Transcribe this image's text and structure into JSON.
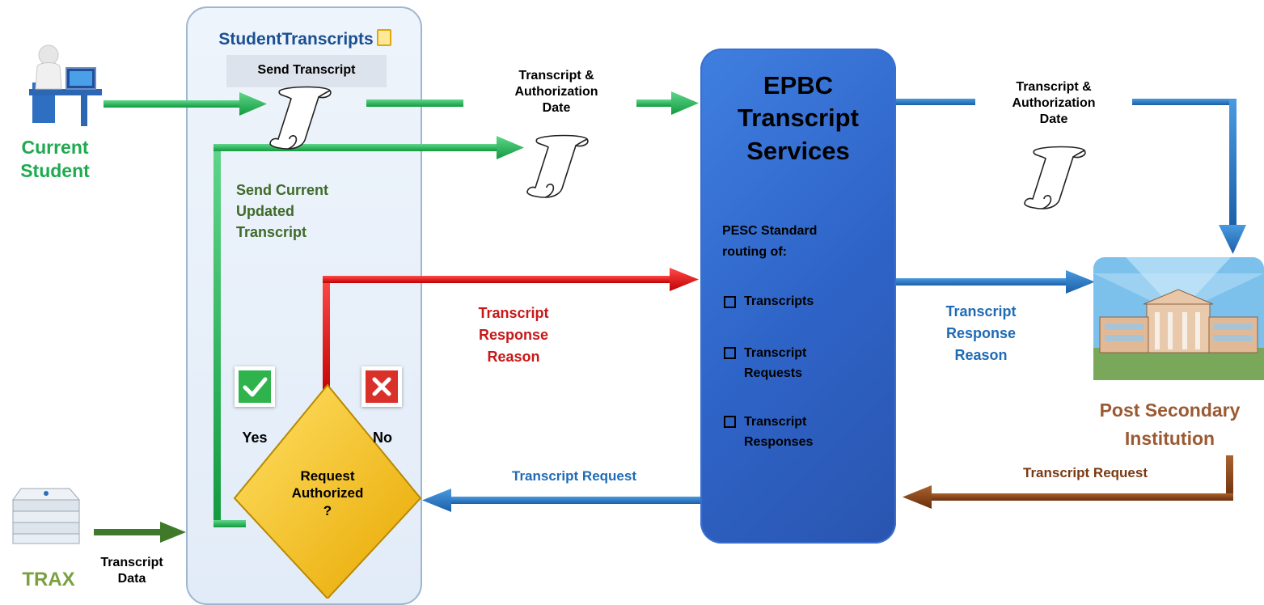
{
  "actors": {
    "student": "Current\nStudent",
    "trax": "TRAX",
    "trax_data": "Transcript\nData",
    "institution": "Post Secondary\nInstitution"
  },
  "student_transcripts": {
    "title": "StudentTranscripts",
    "send_button": "Send Transcript",
    "send_updated": "Send Current\nUpdated\nTranscript",
    "yes": "Yes",
    "no": "No",
    "decision": "Request\nAuthorized\n?"
  },
  "epbc": {
    "title": "EPBC\nTranscript\nServices",
    "subtitle": "PESC Standard\nrouting of:",
    "items": [
      "Transcripts",
      "Transcript\nRequests",
      "Transcript\nResponses"
    ]
  },
  "flows": {
    "auth_left": "Transcript &\nAuthorization\nDate",
    "auth_right": "Transcript &\nAuthorization\nDate",
    "response_red": "Transcript\nResponse\nReason",
    "response_blue": "Transcript\nResponse\nReason",
    "request_blue": "Transcript Request",
    "request_brown": "Transcript Request"
  },
  "colors": {
    "green": "#1faa4f",
    "dark_green": "#3f7a2a",
    "red": "#d21414",
    "blue": "#1f6bb5",
    "brown": "#7a3a12",
    "epbc_blue": "#2e63c6",
    "decision_yellow": "#f3c20c",
    "institution_brown": "#9a5a33"
  },
  "icons": [
    "student-computer-icon",
    "server-icon",
    "scroll-icon",
    "checkmark-icon",
    "x-icon",
    "building-icon"
  ]
}
